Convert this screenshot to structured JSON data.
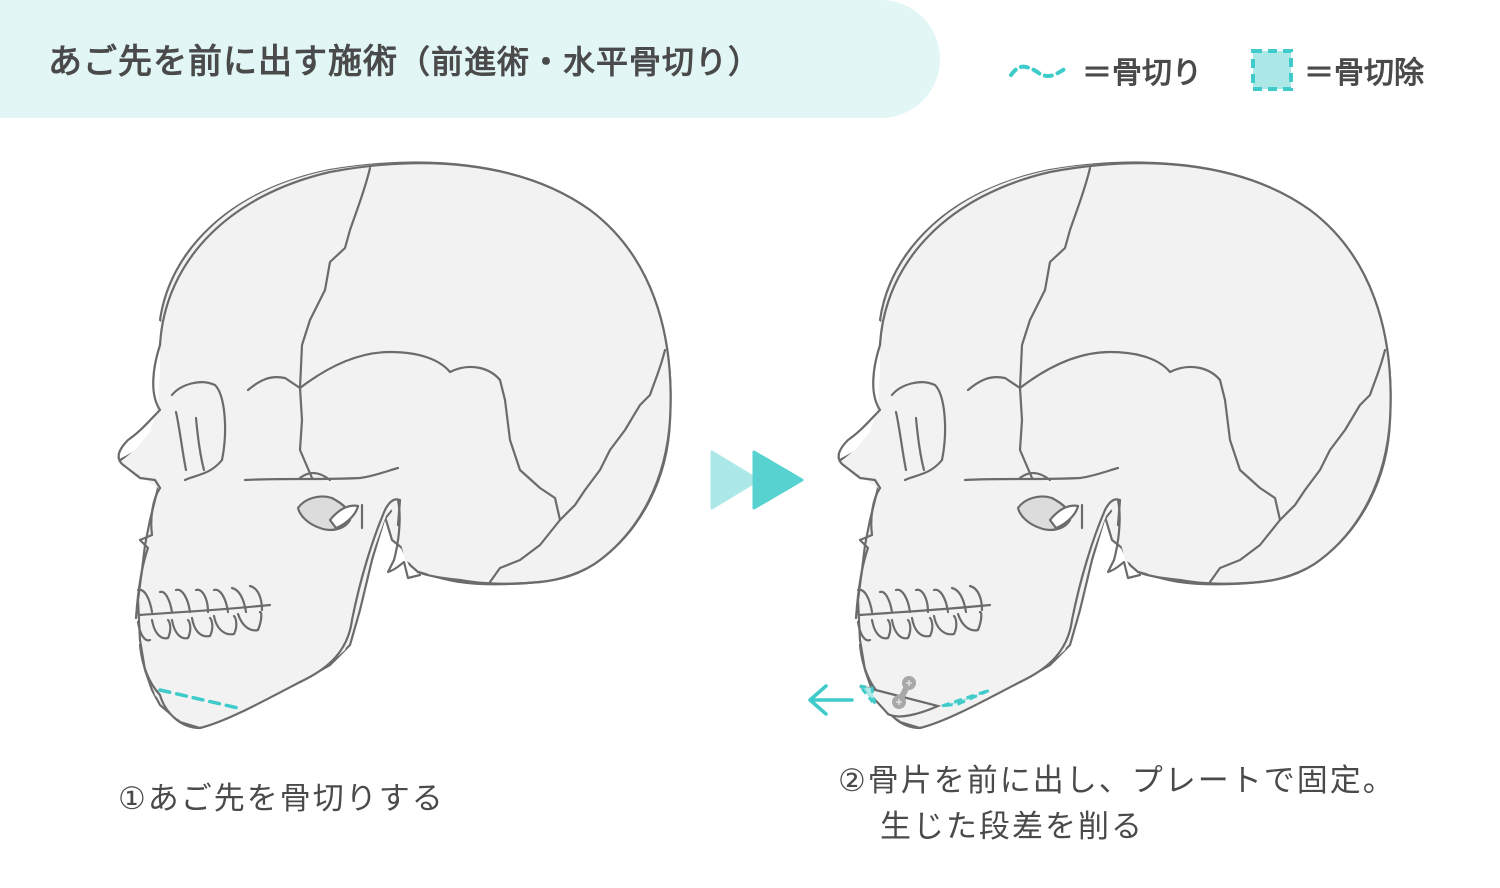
{
  "header": {
    "title_main": "あご先を前に出す施術",
    "title_sub": "（前進術・水平骨切り）"
  },
  "legend": [
    {
      "icon": "dashed-curve-icon",
      "label": "＝骨切り"
    },
    {
      "icon": "dashed-square-icon",
      "label": "＝骨切除"
    }
  ],
  "steps": [
    {
      "number": "①",
      "text": "あご先を骨切りする"
    },
    {
      "number": "②",
      "text_line1": "骨片を前に出し、プレートで固定。",
      "text_line2": "生じた段差を削る"
    }
  ],
  "arrow": {
    "icon": "double-play-arrow-icon"
  },
  "colors": {
    "accent": "#3ecbc9",
    "accent_light": "#ade8e8",
    "title_band": "#e2f6f6",
    "bone_fill": "#f2f2f2",
    "bone_stroke": "#6b6b6b",
    "text": "#4a4a4a",
    "plate": "#a8a8a8"
  }
}
